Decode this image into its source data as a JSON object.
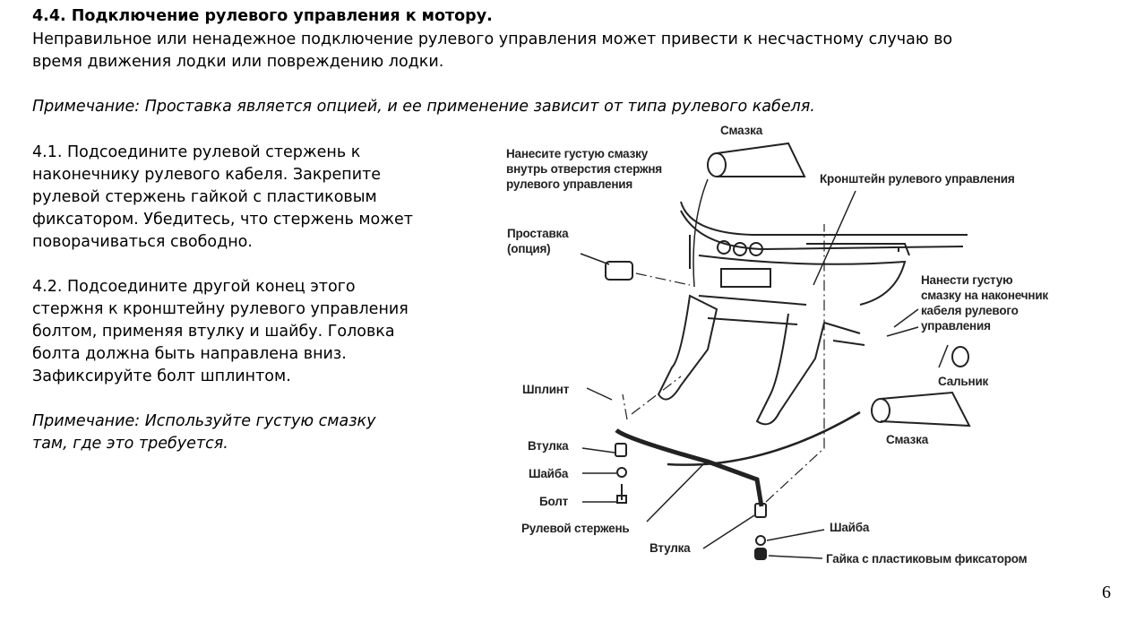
{
  "section": {
    "title": "4.4. Подключение рулевого управления к мотору.",
    "intro_line1": "Неправильное или ненадежное подключение рулевого управления может  привести к несчастному случаю во",
    "intro_line2": "время движения лодки или повреждению лодки.",
    "note1": "Примечание: Проставка является опцией, и ее применение зависит от типа рулевого кабеля."
  },
  "steps": [
    {
      "lines": [
        "4.1. Подсоедините рулевой стержень к",
        "наконечнику рулевого кабеля. Закрепите",
        "рулевой стержень гайкой с пластиковым",
        "фиксатором. Убедитесь, что стержень может",
        "поворачиваться свободно."
      ]
    },
    {
      "lines": [
        "4.2. Подсоедините другой конец этого",
        "стержня к кронштейну рулевого управления",
        "болтом, применяя втулку и шайбу. Головка",
        "болта должна быть направлена вниз.",
        "Зафиксируйте болт шплинтом."
      ]
    }
  ],
  "note2": {
    "lines": [
      "Примечание: Используйте густую смазку",
      "там, где это требуется."
    ]
  },
  "diagram": {
    "grease_top": "Смазка",
    "apply_grease_inside": [
      "Нанесите густую смазку",
      "внутрь отверстия стержня",
      "рулевого управления"
    ],
    "bracket": "Кронштейн рулевого управления",
    "spacer": [
      "Проставка",
      "(опция)"
    ],
    "apply_grease_cable": [
      "Нанести густую",
      "смазку на наконечник",
      "кабеля рулевого",
      "управления"
    ],
    "seal": "Сальник",
    "cotter_pin": "Шплинт",
    "grease_bottom": "Смазка",
    "bushing_left": "Втулка",
    "washer_left": "Шайба",
    "bolt": "Болт",
    "steering_rod": "Рулевой стержень",
    "bushing_right": "Втулка",
    "washer_right": "Шайба",
    "nut": "Гайка с пластиковым фиксатором"
  },
  "page_number": "6"
}
